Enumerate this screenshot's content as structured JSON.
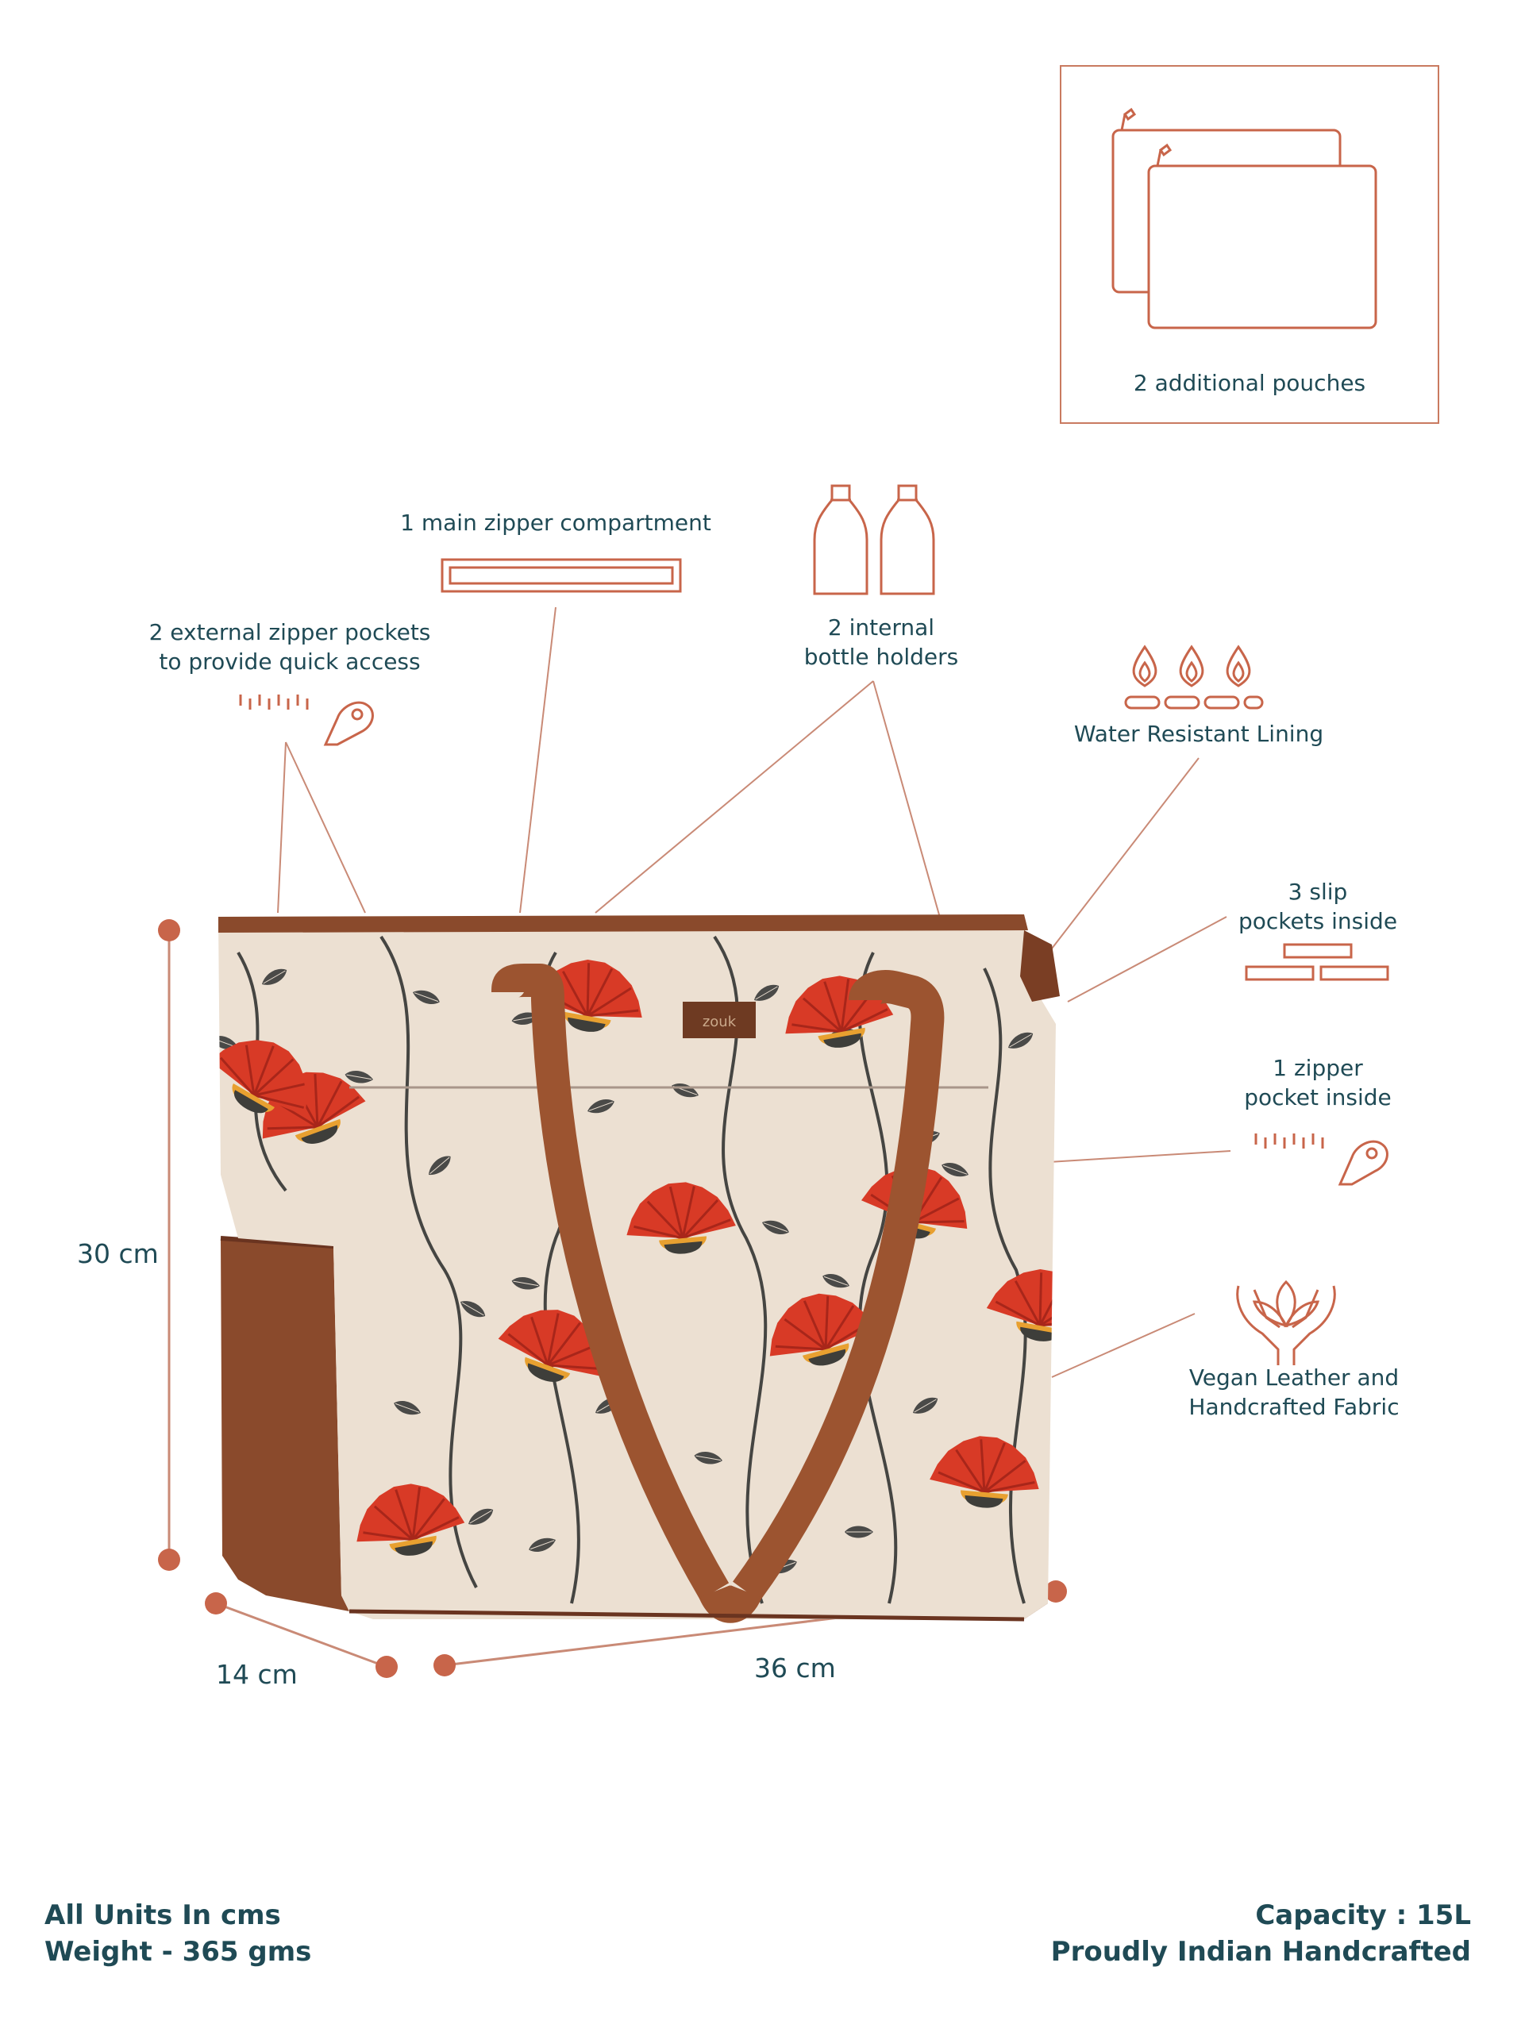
{
  "features": {
    "pouches": "2 additional pouches",
    "main_compartment": "1 main zipper compartment",
    "external_pockets": [
      "2 external zipper pockets",
      "to provide quick access"
    ],
    "bottle_holders": [
      "2 internal",
      "bottle holders"
    ],
    "lining": "Water Resistant Lining",
    "slip_pockets": [
      "3 slip",
      "pockets inside"
    ],
    "zipper_pocket": [
      "1 zipper",
      "pocket inside"
    ],
    "material": [
      "Vegan Leather and",
      "Handcrafted Fabric"
    ]
  },
  "dimensions": {
    "height": "30 cm",
    "depth": "14 cm",
    "width": "36 cm"
  },
  "brand_tag": "zouk",
  "footer": {
    "units": "All Units In cms",
    "weight": "Weight - 365 gms",
    "capacity": "Capacity : 15L",
    "origin": "Proudly Indian Handcrafted"
  },
  "colors": {
    "accent": "#c8654a",
    "text": "#1f4a55",
    "leather": "#8a4a2c",
    "fabric": "#ece0d2",
    "flower": "#d83a26"
  },
  "icons": [
    "pouch-icon",
    "zipper-compartment-icon",
    "bottle-icon",
    "zipper-pull-icon",
    "water-drop-icon",
    "slip-pocket-icon",
    "hands-leaf-icon"
  ]
}
